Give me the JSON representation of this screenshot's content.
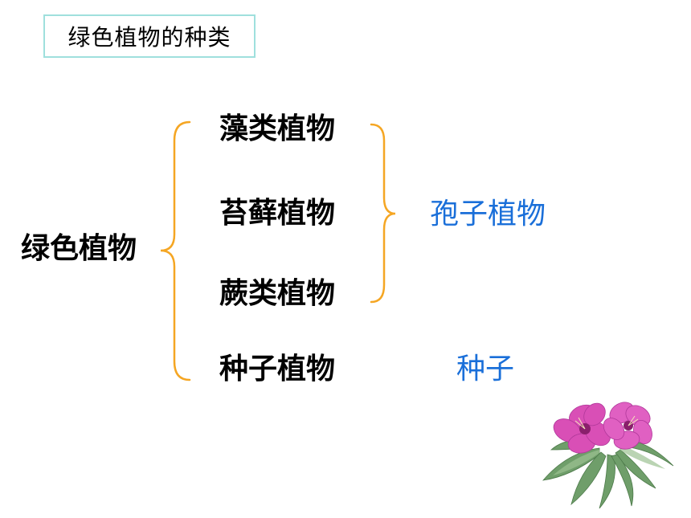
{
  "slide": {
    "title": "绿色植物的种类",
    "root": "绿色植物",
    "branches": [
      "藻类植物",
      "苔藓植物",
      "蕨类植物",
      "种子植物"
    ],
    "group_label": "孢子植物",
    "seed_label": "种子",
    "accent_color": "#1a6fd9",
    "bracket_color": "#f5a623",
    "title_border_color": "#9fe0dd"
  },
  "images": {
    "flower": "flower-illustration"
  }
}
